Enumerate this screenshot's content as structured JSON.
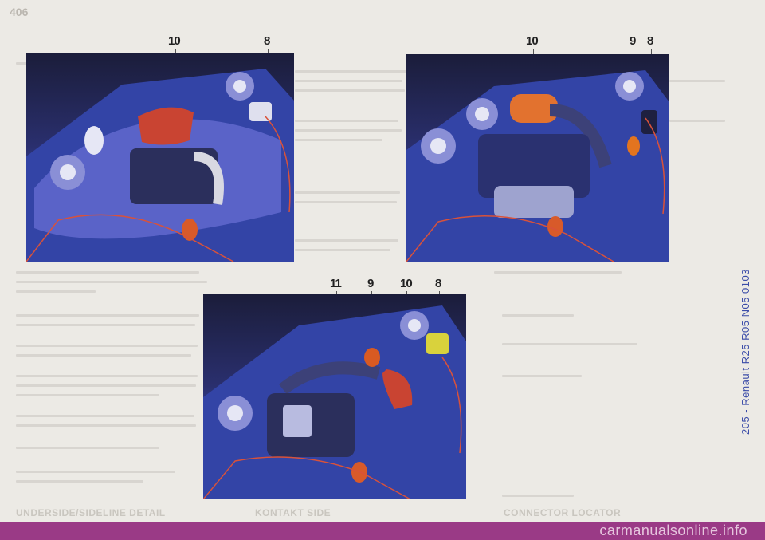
{
  "page": {
    "page_number": "406",
    "side_text": "205 - Renault R25 R05 N05 0103",
    "watermark": "carmanualsonline.info",
    "footer_titles": [
      "UNDERSIDE/SIDELINE DETAIL",
      "KONTAKT SIDE",
      "CONNECTOR LOCATOR"
    ]
  },
  "figures": [
    {
      "id": "engine-bay-petrol",
      "callouts": [
        "10",
        "8"
      ]
    },
    {
      "id": "engine-bay-turbo",
      "callouts": [
        "10",
        "9",
        "8"
      ]
    },
    {
      "id": "engine-bay-diesel",
      "callouts": [
        "11",
        "9",
        "10",
        "8"
      ]
    }
  ],
  "colors": {
    "footer": "#9a3a86",
    "outline": "#d9523a",
    "engine_blue": "#3a4bb0",
    "reservoir_red": "#c94432"
  }
}
